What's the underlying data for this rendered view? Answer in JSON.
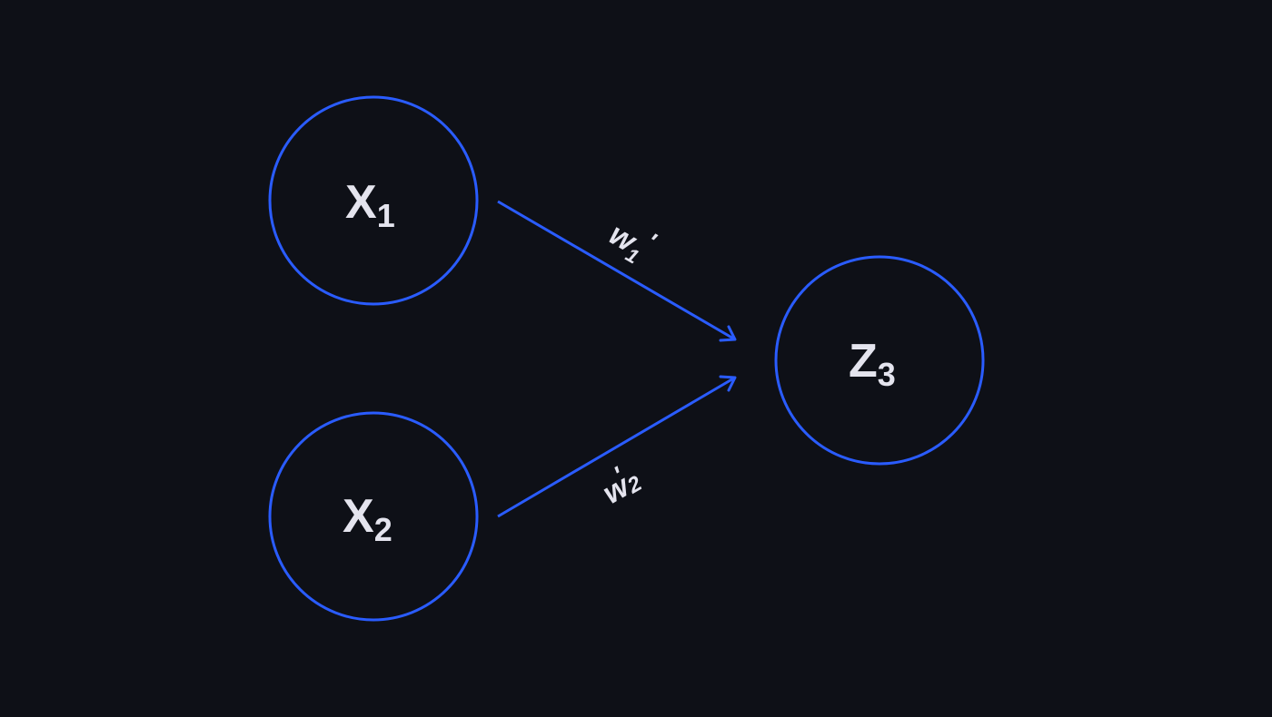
{
  "colors": {
    "background": "#0e1017",
    "accent": "#2a5cff",
    "text": "#e4e4ee"
  },
  "nodes": [
    {
      "id": "x1",
      "base": "X",
      "sub": "1"
    },
    {
      "id": "x2",
      "base": "X",
      "sub": "2"
    },
    {
      "id": "z3",
      "base": "Z",
      "sub": "3"
    }
  ],
  "edges": [
    {
      "from": "x1",
      "to": "z3",
      "base": "w",
      "sub": "1",
      "prime": "'"
    },
    {
      "from": "x2",
      "to": "z3",
      "base": "w",
      "sub": "2",
      "prime": "'"
    }
  ]
}
